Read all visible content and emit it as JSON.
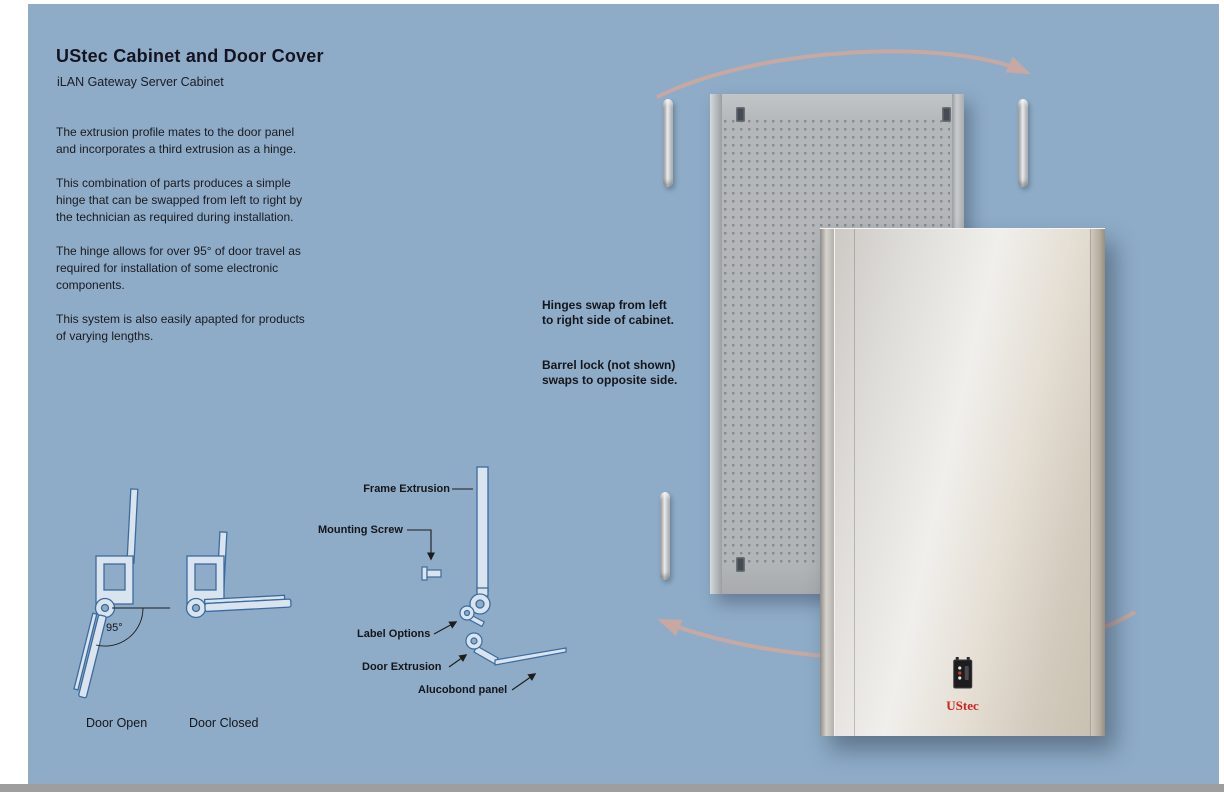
{
  "colors": {
    "background": "#8EACC8",
    "ink": "#1B1B20",
    "drawing_stroke": "#3B6B9E",
    "drawing_fill": "#D9E4EF",
    "rotation_arrow": "#C7A8A2",
    "brand_red": "#CF241B",
    "cabinet_gray": "#B4B7BA"
  },
  "header": {
    "title": "UStec Cabinet and Door Cover",
    "subtitle": "iLAN Gateway Server Cabinet"
  },
  "intro": {
    "paragraphs": [
      "The extrusion profile mates to the door panel\nand incorporates a third extrusion as a hinge.",
      "This combination of parts produces a simple\nhinge that can be swapped from left to right by\nthe technician as required during installation.",
      "The hinge allows for over 95° of door travel as\nrequired for installation of some electronic\ncomponents.",
      "This system is also easily apapted for products\nof varying lengths."
    ]
  },
  "callouts": {
    "hinges": "Hinges swap from left\nto right side of cabinet.",
    "barrel_lock": "Barrel lock (not shown)\nswaps to opposite side."
  },
  "hinge_diagram": {
    "angle_label": "95°",
    "door_open_label": "Door Open",
    "door_closed_label": "Door Closed"
  },
  "exploded_view": {
    "frame_extrusion": "Frame Extrusion",
    "mounting_screw": "Mounting Screw",
    "label_options": "Label Options",
    "door_extrusion": "Door Extrusion",
    "alucobond_panel": "Alucobond panel"
  },
  "cabinet": {
    "brand": "UStec"
  }
}
